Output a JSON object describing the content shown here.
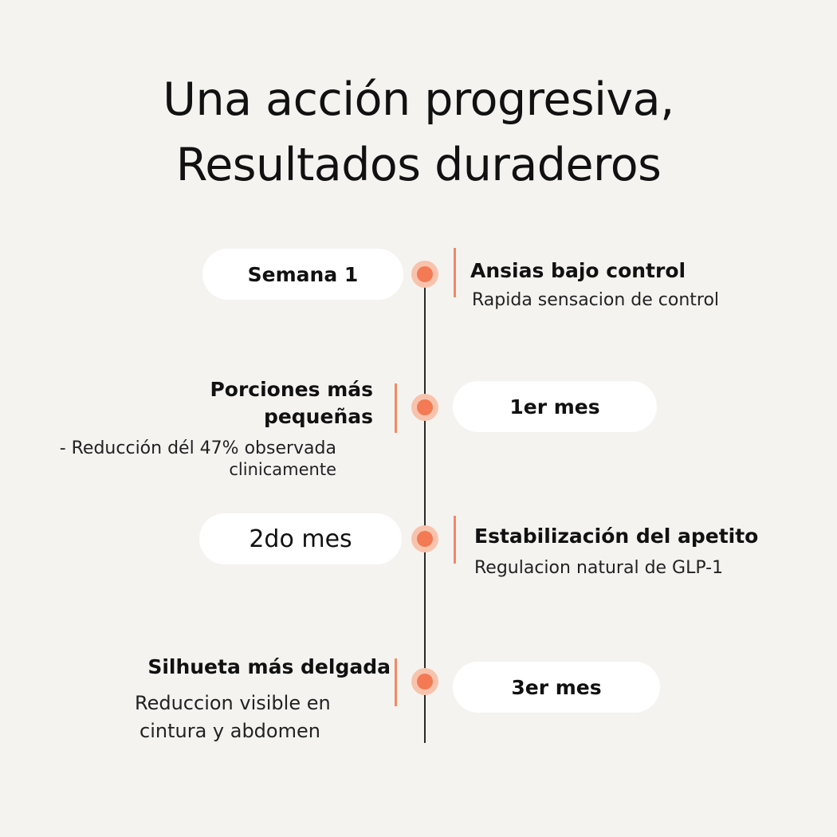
{
  "title": {
    "line1": "Una acción progresiva,",
    "line2": "Resultados duraderos"
  },
  "milestones": [
    {
      "period": "Semana 1",
      "heading": "Ansias bajo control",
      "description": "Rapida sensacion de control"
    },
    {
      "period": "1er mes",
      "heading_line1": "Porciones más",
      "heading_line2": "pequeñas",
      "description_line1": "-  Reducción dél 47% observada",
      "description_line2": "clinicamente"
    },
    {
      "period": "2do mes",
      "heading": "Estabilización del apetito",
      "description": "Regulacion natural de GLP-1"
    },
    {
      "period": "3er mes",
      "heading": "Silhueta más delgada",
      "description_line1": "Reduccion visible en",
      "description_line2": "cintura y abdomen"
    }
  ],
  "colors": {
    "accent": "#f37a54",
    "accent_light": "#f8c3ad",
    "background": "#f4f3f0"
  }
}
